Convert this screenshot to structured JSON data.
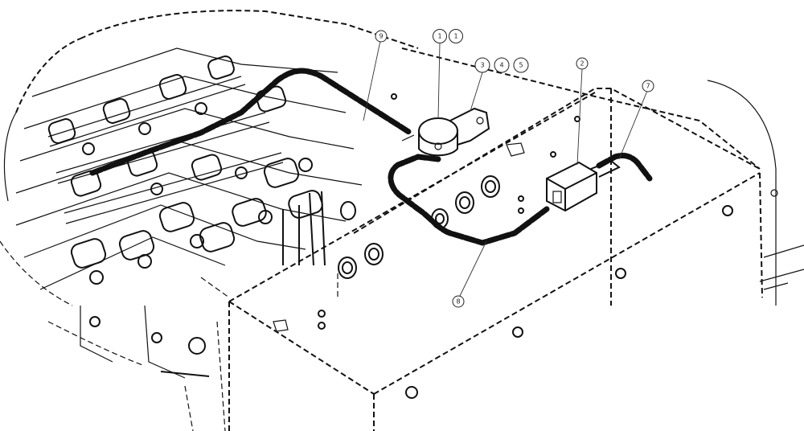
{
  "diagram": {
    "callouts": [
      {
        "id": "c9",
        "label": "9"
      },
      {
        "id": "c1a",
        "label": "1"
      },
      {
        "id": "c1b",
        "label": "1"
      },
      {
        "id": "c3",
        "label": "3"
      },
      {
        "id": "c4",
        "label": "4"
      },
      {
        "id": "c5",
        "label": "5"
      },
      {
        "id": "c2",
        "label": "2"
      },
      {
        "id": "c7",
        "label": "7"
      },
      {
        "id": "c8",
        "label": "8"
      }
    ]
  }
}
